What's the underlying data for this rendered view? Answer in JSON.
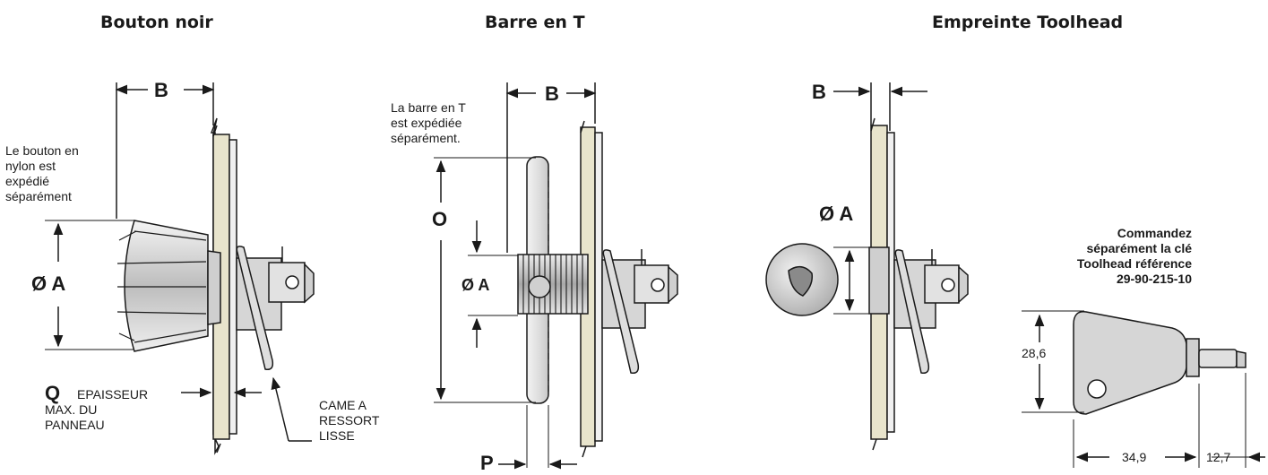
{
  "titles": {
    "black_knob": "Bouton noir",
    "t_bar": "Barre en T",
    "toolhead": "Empreinte Toolhead"
  },
  "black_knob": {
    "dim_b": "B",
    "dim_a": "Ø A",
    "dim_q": "Q",
    "note_lines": [
      "Le bouton en",
      "nylon est",
      "expédié",
      "séparément"
    ],
    "thickness_lines": [
      "EPAISSEUR",
      "MAX. DU",
      "PANNEAU"
    ],
    "cam_lines": [
      "CAME A",
      "RESSORT",
      "LISSE"
    ]
  },
  "t_bar": {
    "dim_b": "B",
    "dim_o": "O",
    "dim_a": "Ø A",
    "dim_p": "P",
    "note_lines": [
      "La barre en T",
      "est expédiée",
      "séparément."
    ]
  },
  "toolhead": {
    "dim_b": "B",
    "dim_a": "Ø A",
    "order_lines": [
      "Commandez",
      "séparément la clé",
      "Toolhead référence",
      "29-90-215-10"
    ],
    "key_height": "28,6",
    "key_width": "34,9",
    "shaft_length": "12,7"
  },
  "colors": {
    "panel": "#e8e4cc",
    "metal": "#d8d8d8",
    "ink": "#1a1a1a"
  }
}
